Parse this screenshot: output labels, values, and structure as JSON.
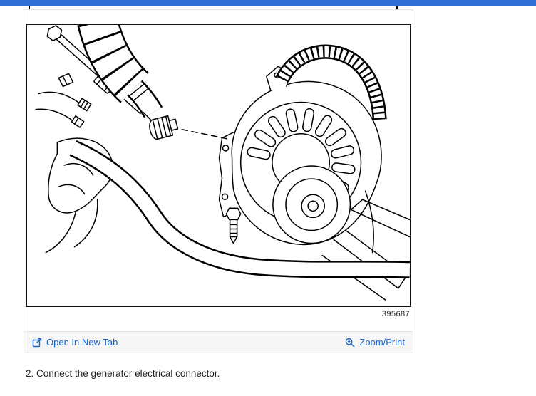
{
  "colors": {
    "top_bar": "#2f6fd6",
    "link": "#1864cc",
    "toolbar_bg": "#f6f6f6",
    "card_border": "#e4e4e4",
    "text": "#1f1f1f"
  },
  "figure": {
    "ref_number": "395687"
  },
  "toolbar": {
    "open_label": "Open In New Tab",
    "zoom_label": "Zoom/Print",
    "icons": {
      "open": "open-in-new-tab-icon",
      "zoom": "zoom-magnifier-icon"
    }
  },
  "caption": "2. Connect the generator electrical connector."
}
